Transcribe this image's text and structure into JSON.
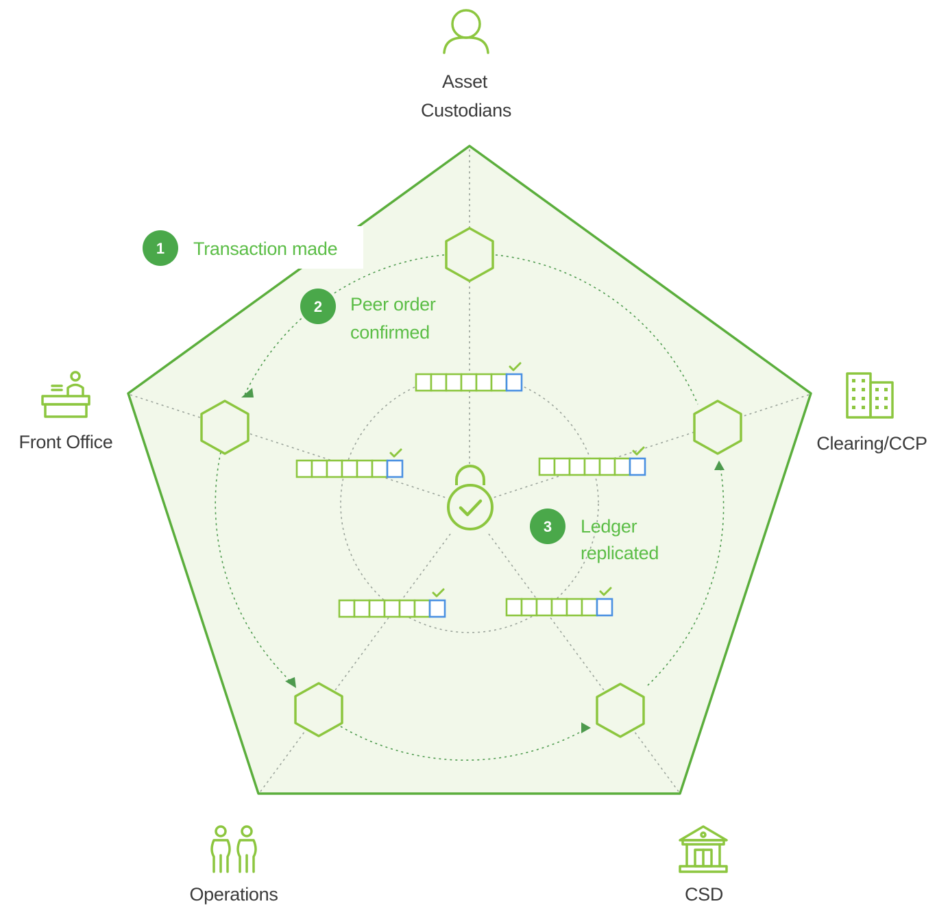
{
  "nodes": {
    "asset_custodians": {
      "line1": "Asset",
      "line2": "Custodians",
      "icon": "person-icon"
    },
    "front_office": {
      "label": "Front Office",
      "icon": "reception-desk-icon"
    },
    "clearing_ccp": {
      "label": "Clearing/CCP",
      "icon": "office-building-icon"
    },
    "operations": {
      "label": "Operations",
      "icon": "two-people-icon"
    },
    "csd": {
      "label": "CSD",
      "icon": "bank-building-icon"
    }
  },
  "steps": [
    {
      "number": "1",
      "line1": "Transaction made",
      "line2": ""
    },
    {
      "number": "2",
      "line1": "Peer order",
      "line2": "confirmed"
    },
    {
      "number": "3",
      "line1": "Ledger",
      "line2": "replicated"
    }
  ],
  "center": {
    "icon": "padlock-check-icon"
  },
  "ledger": {
    "icon": "ledger-blocks-icon"
  },
  "colors": {
    "outline_green": "#8cc63f",
    "border_green": "#5bae3c",
    "step_green": "#4aa84a",
    "fill_green": "#f2f8ea",
    "new_block_blue": "#4a90e2",
    "label_text": "#3a3a3a"
  }
}
